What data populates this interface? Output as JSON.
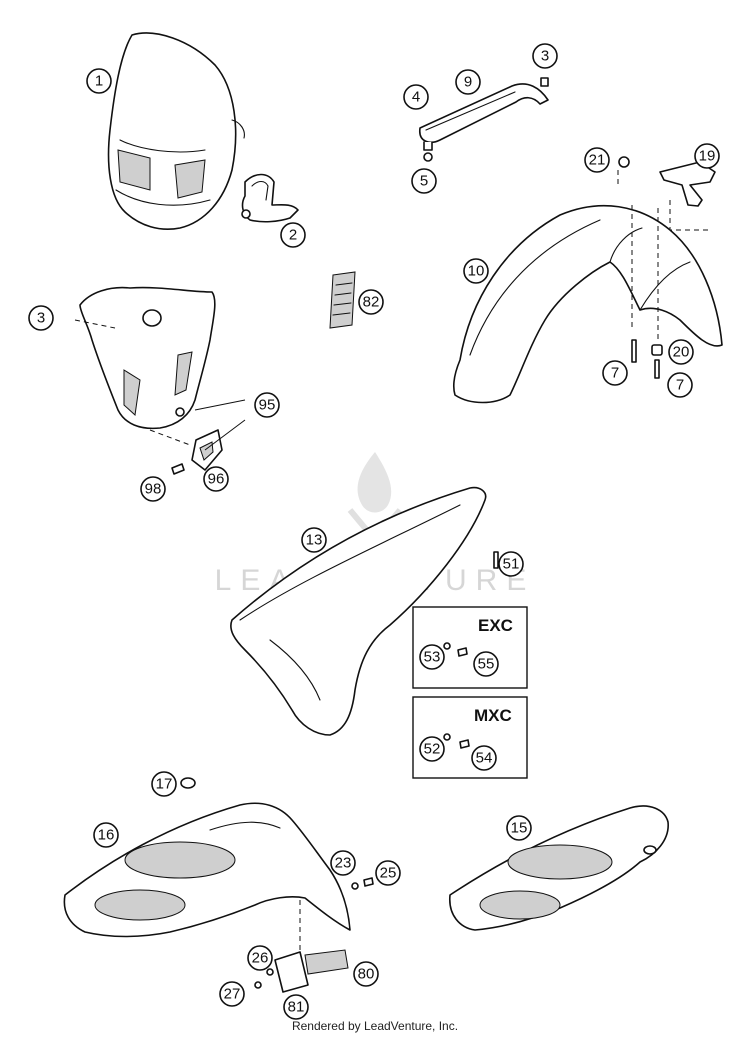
{
  "diagram": {
    "callouts": [
      "1",
      "2",
      "3",
      "4",
      "9",
      "3",
      "5",
      "21",
      "19",
      "10",
      "82",
      "3",
      "95",
      "96",
      "98",
      "7",
      "20",
      "7",
      "13",
      "51",
      "53",
      "55",
      "52",
      "54",
      "17",
      "16",
      "15",
      "23",
      "25",
      "26",
      "27",
      "81",
      "80"
    ],
    "box_labels": [
      "EXC",
      "MXC"
    ]
  },
  "watermark": {
    "text": "LEADVENTURE"
  },
  "footer": {
    "text": "Rendered by LeadVenture, Inc."
  }
}
